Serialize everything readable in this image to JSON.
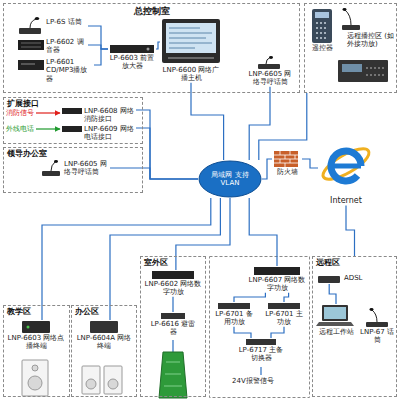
{
  "diagram": {
    "nodes": [
      {
        "text": [
          "总控制室"
        ]
      },
      {
        "text": [
          "LP-6S 话筒"
        ],
        "in": 0
      },
      {
        "text": [
          "LP-6602 调音器"
        ],
        "in": 0
      },
      {
        "text": [
          "LP-6601 CD/MP3播放器"
        ],
        "in": 0
      },
      {
        "text": [
          "LP-6603 前置放大器"
        ],
        "in": 0
      },
      {
        "text": [
          "LNP-6600 网络广播主机"
        ],
        "in": 0
      },
      {
        "text": [
          "LNP-6605 网络寻呼话筒"
        ],
        "in": 0
      },
      {
        "text": [
          "远程播控区 (如外接功放)"
        ]
      },
      {
        "text": [
          "遥控器"
        ],
        "in": 7
      },
      {
        "text": [
          "扩展接口"
        ]
      },
      {
        "text": [
          "LNP-6608 网络消防接口"
        ],
        "in": 9
      },
      {
        "text": [
          "LNP-6609 网络电话接口"
        ],
        "in": 9
      },
      {
        "text": [
          "领导办公室"
        ]
      },
      {
        "text": [
          "LNP-6605 网络寻呼话筒"
        ],
        "in": 12
      },
      {
        "text": [
          "局域网 支持VLAN"
        ]
      },
      {
        "text": [
          "防火墙"
        ]
      },
      {
        "text": [
          "Internet"
        ]
      },
      {
        "text": [
          "教学区"
        ]
      },
      {
        "text": [
          "LNP-6603 网络点播终端"
        ],
        "in": 17
      },
      {
        "text": [
          "办公区"
        ]
      },
      {
        "text": [
          "LNP-6604A 网络终端"
        ],
        "in": 19
      },
      {
        "text": [
          "室外区"
        ]
      },
      {
        "text": [
          "LNP-6602 网络数字功放"
        ],
        "in": 21
      },
      {
        "text": [
          "LP-6616 避雷器"
        ],
        "in": 21
      },
      {
        "text": [
          "LNP-6607 网络数字功放"
        ]
      },
      {
        "text": [
          "LP-6701 备用功放"
        ]
      },
      {
        "text": [
          "LP-6701 主功放"
        ]
      },
      {
        "text": [
          "LP-6717 主备切换器"
        ]
      },
      {
        "text": [
          "远程区"
        ]
      },
      {
        "text": [
          "ADSL"
        ],
        "in": 28
      },
      {
        "text": [
          "远程工作站"
        ],
        "in": 28
      },
      {
        "text": [
          "LNP-67 话筒"
        ],
        "in": 28
      }
    ],
    "edges": [
      {
        "from": 1,
        "to": 4,
        "arrow": "none"
      },
      {
        "from": 2,
        "to": 4,
        "arrow": "none"
      },
      {
        "from": 3,
        "to": 4,
        "arrow": "none"
      },
      {
        "from": 4,
        "to": 5,
        "arrow": "none"
      },
      {
        "from": 5,
        "to": 14,
        "arrow": "none"
      },
      {
        "from": 6,
        "to": 14,
        "arrow": "none"
      },
      {
        "from": 7,
        "to": 14,
        "arrow": "none"
      },
      {
        "from": 10,
        "to": 14,
        "arrow": "none"
      },
      {
        "from": 11,
        "to": 14,
        "arrow": "none"
      },
      {
        "from": 13,
        "to": 14,
        "arrow": "none"
      },
      {
        "from": 14,
        "to": 15,
        "arrow": "none"
      },
      {
        "from": 15,
        "to": 16,
        "arrow": "none"
      },
      {
        "from": 14,
        "to": 18,
        "arrow": "none"
      },
      {
        "from": 14,
        "to": 20,
        "arrow": "none"
      },
      {
        "from": 14,
        "to": 22,
        "arrow": "none"
      },
      {
        "from": 14,
        "to": 24,
        "arrow": "none"
      },
      {
        "from": 22,
        "to": 23,
        "arrow": "none"
      },
      {
        "from": 24,
        "to": 25,
        "arrow": "none"
      },
      {
        "from": 24,
        "to": 26,
        "arrow": "none"
      },
      {
        "from": 25,
        "to": 27,
        "arrow": "none"
      },
      {
        "from": 26,
        "to": 27,
        "arrow": "none"
      },
      {
        "from": 16,
        "to": 28,
        "arrow": "none"
      },
      {
        "from": 29,
        "to": 30,
        "arrow": "none"
      }
    ],
    "labels": [
      "消防信号",
      "外线电话",
      "24V报警信号"
    ]
  }
}
